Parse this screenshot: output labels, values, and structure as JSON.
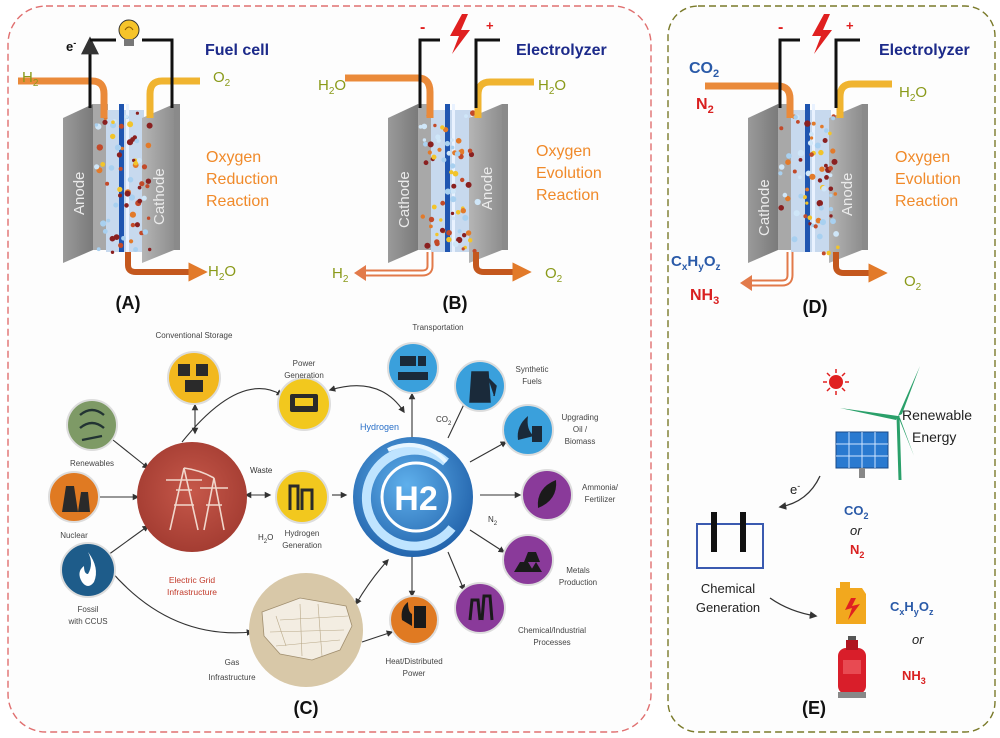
{
  "panels": {
    "A": {
      "caption": "(A)",
      "device": "Fuel cell",
      "electron": "e",
      "electron_sup": "-",
      "inlet_left": {
        "t": "H",
        "sub": "2"
      },
      "inlet_right": {
        "t": "O",
        "sub": "2"
      },
      "outlet": {
        "t": "H",
        "sub": "2",
        "t2": "O"
      },
      "left_electrode": "Anode",
      "right_electrode": "Cathode",
      "reaction": [
        "Oxygen",
        "Reduction",
        "Reaction"
      ]
    },
    "B": {
      "caption": "(B)",
      "device": "Electrolyzer",
      "minus": "-",
      "plus": "+",
      "inlet_left": {
        "t": "H",
        "sub": "2",
        "t2": "O"
      },
      "inlet_right": {
        "t": "H",
        "sub": "2",
        "t2": "O"
      },
      "outlet_left": {
        "t": "H",
        "sub": "2"
      },
      "outlet_right": {
        "t": "O",
        "sub": "2"
      },
      "left_electrode": "Cathode",
      "right_electrode": "Anode",
      "reaction": [
        "Oxygen",
        "Evolution",
        "Reaction"
      ]
    },
    "D": {
      "caption": "(D)",
      "device": "Electrolyzer",
      "minus": "-",
      "plus": "+",
      "input_1": {
        "t": "CO",
        "sub": "2"
      },
      "input_2": {
        "t": "N",
        "sub": "2"
      },
      "inlet_right": {
        "t": "H",
        "sub": "2",
        "t2": "O"
      },
      "product_1": {
        "a": "C",
        "x": "x",
        "b": "H",
        "y": "y",
        "c": "O",
        "z": "z"
      },
      "product_2": {
        "t": "NH",
        "sub": "3"
      },
      "outlet_right": {
        "t": "O",
        "sub": "2"
      },
      "left_electrode": "Cathode",
      "right_electrode": "Anode",
      "reaction": [
        "Oxygen",
        "Evolution",
        "Reaction"
      ]
    },
    "C": {
      "caption": "(C)",
      "grid_label": [
        "Electric Grid",
        "Infrastructure"
      ],
      "hub_label": "H2",
      "hydrogen_label": "Hydrogen",
      "co2_label": "CO",
      "co2_sub": "2",
      "n2_label": "N",
      "n2_sub": "2",
      "h2o_label": "H",
      "h2o_sub": "2",
      "h2o_label2": "O",
      "waste_label": "Waste",
      "nodes": {
        "storage": "Conventional Storage",
        "renewables": "Renewables",
        "nuclear": "Nuclear",
        "fossil": [
          "Fossil",
          "with CCUS"
        ],
        "power_gen": [
          "Power",
          "Generation"
        ],
        "h2_gen": [
          "Hydrogen",
          "Generation"
        ],
        "transportation": "Transportation",
        "synfuels": [
          "Synthetic",
          "Fuels"
        ],
        "upgrading": [
          "Upgrading",
          "Oil /",
          "Biomass"
        ],
        "ammonia": [
          "Ammonia/",
          "Fertilizer"
        ],
        "metals": [
          "Metals",
          "Production"
        ],
        "chemical": [
          "Chemical/Industrial",
          "Processes"
        ],
        "distributed": [
          "Heat/Distributed",
          "Power"
        ],
        "gas": [
          "Gas",
          "Infrastructure"
        ]
      }
    },
    "E": {
      "caption": "(E)",
      "renewable": [
        "Renewable",
        "Energy"
      ],
      "electron": "e",
      "electron_sup": "-",
      "input_1": {
        "t": "CO",
        "sub": "2"
      },
      "or_1": "or",
      "input_2": {
        "t": "N",
        "sub": "2"
      },
      "cell_label": [
        "Chemical",
        "Generation"
      ],
      "product_1": {
        "a": "C",
        "x": "x",
        "b": "H",
        "y": "y",
        "c": "O",
        "z": "z"
      },
      "or_2": "or",
      "product_2": {
        "t": "NH",
        "sub": "3"
      }
    }
  },
  "colors": {
    "frame_left": "#e07070",
    "frame_right": "#7a7a2a",
    "navy": "#1c2a8a",
    "orange": "#f08a2a",
    "olive": "#8a9a1a",
    "red": "#d92020",
    "blue": "#2a70c8"
  }
}
